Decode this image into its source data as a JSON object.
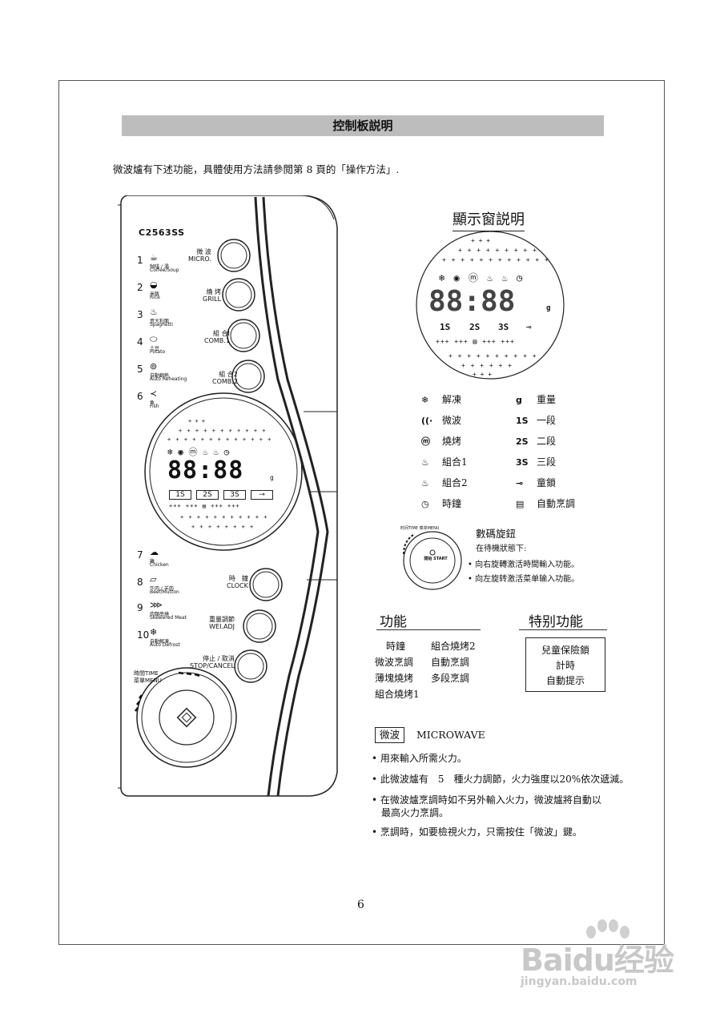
{
  "header": {
    "title": "控制板説明",
    "intro": "微波爐有下述功能，具體使用方法請參閲第 8 頁的「操作方法」."
  },
  "panel": {
    "model": "C2563SS",
    "menu_items": [
      {
        "num": "1",
        "zh": "咖啡 / 湯",
        "en": "Coffee/Soup",
        "icon": "coffee-cup-icon"
      },
      {
        "num": "2",
        "zh": "米飯",
        "en": "Rice",
        "icon": "rice-bowl-icon"
      },
      {
        "num": "3",
        "zh": "意大利面",
        "en": "Spaghetti",
        "icon": "spaghetti-icon"
      },
      {
        "num": "4",
        "zh": "土豆",
        "en": "Potato",
        "icon": "potato-icon"
      },
      {
        "num": "5",
        "zh": "自動翻熱",
        "en": "Auto Reheating",
        "icon": "reheat-icon"
      },
      {
        "num": "6",
        "zh": "魚",
        "en": "Fish",
        "icon": "fish-icon"
      },
      {
        "num": "7",
        "zh": "雞",
        "en": "Chicken",
        "icon": "chicken-icon"
      },
      {
        "num": "8",
        "zh": "牛肉 / 羊肉",
        "en": "Beef/Mutton",
        "icon": "beef-icon"
      },
      {
        "num": "9",
        "zh": "肉類串燒",
        "en": "Skewered Meat",
        "icon": "skewer-icon"
      },
      {
        "num": "10",
        "zh": "自動解凍",
        "en": "Auto Defrost",
        "icon": "defrost-icon"
      }
    ],
    "buttons": [
      {
        "zh": "微 波",
        "en": "MICRO."
      },
      {
        "zh": "燒 烤",
        "en": "GRILL"
      },
      {
        "zh": "組 合Ⅰ",
        "en": "COMB.1"
      },
      {
        "zh": "組 合2",
        "en": "COMB.2"
      },
      {
        "zh": "時　鐘",
        "en": "CLOCK"
      },
      {
        "zh": "重量調節",
        "en": "WEI.ADJ"
      },
      {
        "zh": "停止 / 取消",
        "en": "STOP/CANCEL"
      }
    ],
    "menu_knob": {
      "zh": "時間TIME",
      "en": "菜單MENU"
    },
    "lcd": {
      "digits": "88:88",
      "unit": "g",
      "stages": [
        "1S",
        "2S",
        "3S"
      ]
    }
  },
  "display_section": {
    "title": "顯示窗説明",
    "screen": {
      "digits": "88:88",
      "unit": "g",
      "stages": [
        "1S",
        "2S",
        "3S"
      ]
    },
    "legend_left": [
      {
        "icon": "defrost-icon",
        "label": "解凍"
      },
      {
        "icon": "microwave-wave-icon",
        "label": "微波"
      },
      {
        "icon": "grill-icon",
        "label": "燒烤"
      },
      {
        "icon": "combo1-icon",
        "label": "組合1"
      },
      {
        "icon": "combo2-icon",
        "label": "組合2"
      },
      {
        "icon": "clock-icon",
        "label": "時鐘"
      }
    ],
    "legend_right": [
      {
        "sym": "g",
        "label": "重量"
      },
      {
        "sym": "1S",
        "label": "一段"
      },
      {
        "sym": "2S",
        "label": "二段"
      },
      {
        "sym": "3S",
        "label": "三段"
      },
      {
        "sym": "⊸",
        "label": "童鎖"
      },
      {
        "sym": "▤",
        "label": "自動烹調"
      }
    ]
  },
  "knob_section": {
    "title": "數碼旋鈕",
    "subtitle": "在待機狀態下:",
    "bullets": [
      "向右旋轉激活時間輸入功能。",
      "向左旋转激活菜单输入功能。"
    ],
    "knob_top": "时间TIME 菜单MENU",
    "knob_center": "開始 START"
  },
  "functions": {
    "title": "功能",
    "items": [
      "時鐘",
      "組合燒烤2",
      "微波烹調",
      "自動烹調",
      "薄塊燒烤",
      "多段烹調",
      "組合燒烤1"
    ]
  },
  "special": {
    "title": "特别功能",
    "items": [
      "兒童保險鎖",
      "計時",
      "自動提示"
    ]
  },
  "microwave": {
    "tag": "微波",
    "en": "MICROWAVE",
    "notes": [
      "• 用來輸入所需火力。",
      "• 此微波爐有　5　種火力調節，火力強度以20%依次遞減。",
      "• 在微波爐烹調時如不另外輸入火力，微波爐將自動以",
      "　最高火力烹調。",
      "• 烹調時，如要檢視火力，只需按住「微波」鍵。"
    ]
  },
  "page_number": "6",
  "watermark": {
    "logo": "Baidu经验",
    "url": "jingyan.baidu.com"
  }
}
